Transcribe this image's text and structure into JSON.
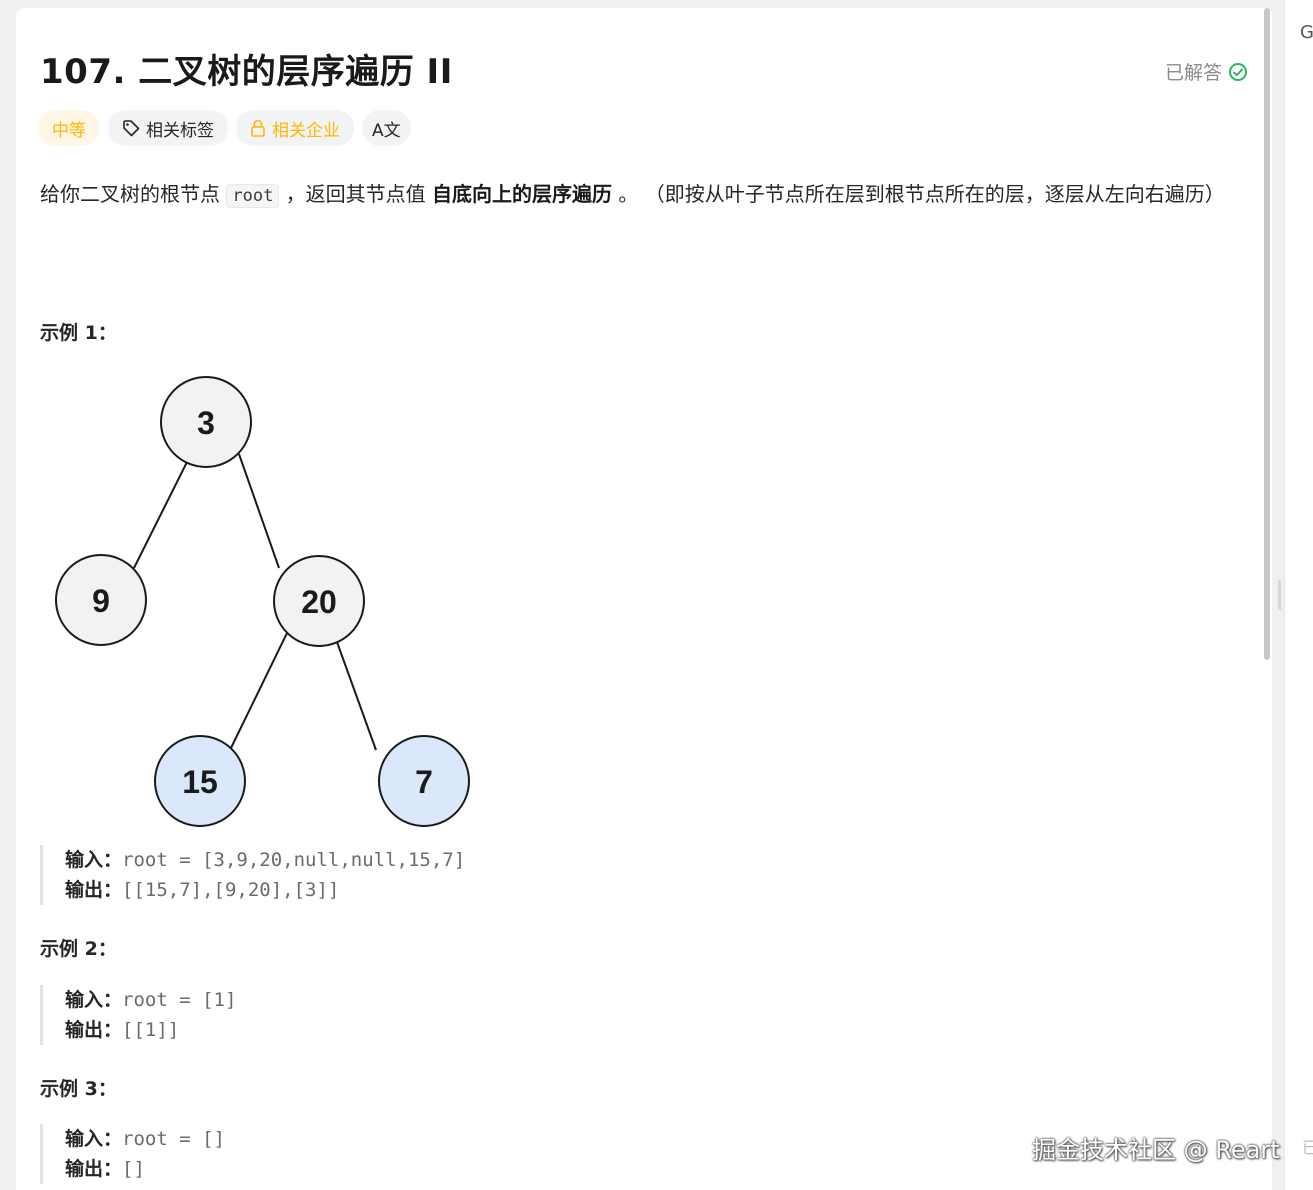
{
  "problem": {
    "title": "107. 二叉树的层序遍历 II",
    "status": "已解答"
  },
  "tags": {
    "difficulty": "中等",
    "topics": "相关标签",
    "companies": "相关企业",
    "translate": "A文"
  },
  "description": {
    "part1": "给你二叉树的根节点 ",
    "code": "root",
    "part2": " ，返回其节点值 ",
    "bold": "自底向上的层序遍历",
    "part3": " 。 （即按从叶子节点所在层到根节点所在的层，逐层从左向右遍历）"
  },
  "examples": [
    {
      "title": "示例 1：",
      "input_label": "输入：",
      "input": "root = [3,9,20,null,null,15,7]",
      "output_label": "输出：",
      "output": "[[15,7],[9,20],[3]]"
    },
    {
      "title": "示例 2：",
      "input_label": "输入：",
      "input": "root = [1]",
      "output_label": "输出：",
      "output": "[[1]]"
    },
    {
      "title": "示例 3：",
      "input_label": "输入：",
      "input": "root = []",
      "output_label": "输出：",
      "output": "[]"
    }
  ],
  "tree": {
    "nodes": [
      "3",
      "9",
      "20",
      "15",
      "7"
    ],
    "node_fill": "#f2f2f2",
    "leaf_fill": "#dbe8fb"
  },
  "side": {
    "tab_letter": "G",
    "tiny": "已"
  },
  "watermark": "掘金技术社区 @ Reart",
  "colors": {
    "medium": "#ffb800",
    "solved_check": "#2db55d"
  }
}
